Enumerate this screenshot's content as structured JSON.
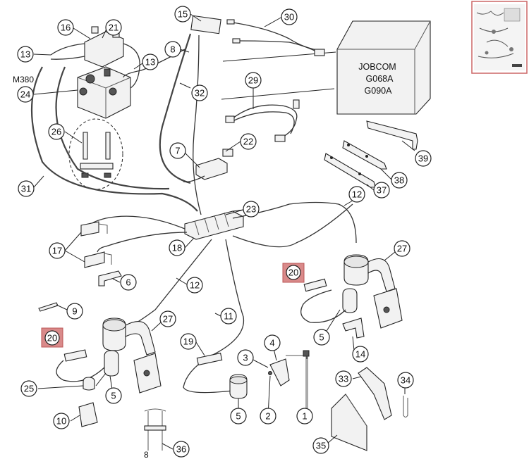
{
  "ecu": {
    "line1": "JOBCOM",
    "line2": "G068A",
    "line3": "G090A"
  },
  "side_label": "M380",
  "bottom_mark": "8",
  "callouts": {
    "c16": "16",
    "c21": "21",
    "c13a": "13",
    "c13b": "13",
    "c24": "24",
    "c15": "15",
    "c30": "30",
    "c8": "8",
    "c32": "32",
    "c29": "29",
    "c26": "26",
    "c7": "7",
    "c22": "22",
    "c31": "31",
    "c39": "39",
    "c38": "38",
    "c37": "37",
    "c12a": "12",
    "c23": "23",
    "c17": "17",
    "c18": "18",
    "c27a": "27",
    "c20a": "20",
    "c6": "6",
    "c12b": "12",
    "c9": "9",
    "c11": "11",
    "c27b": "27",
    "c20b": "20",
    "c5a": "5",
    "c14": "14",
    "c19": "19",
    "c4": "4",
    "c3": "3",
    "c25": "25",
    "c5b": "5",
    "c33": "33",
    "c34": "34",
    "c10": "10",
    "c5c": "5",
    "c2": "2",
    "c1": "1",
    "c35": "35",
    "c36": "36"
  }
}
